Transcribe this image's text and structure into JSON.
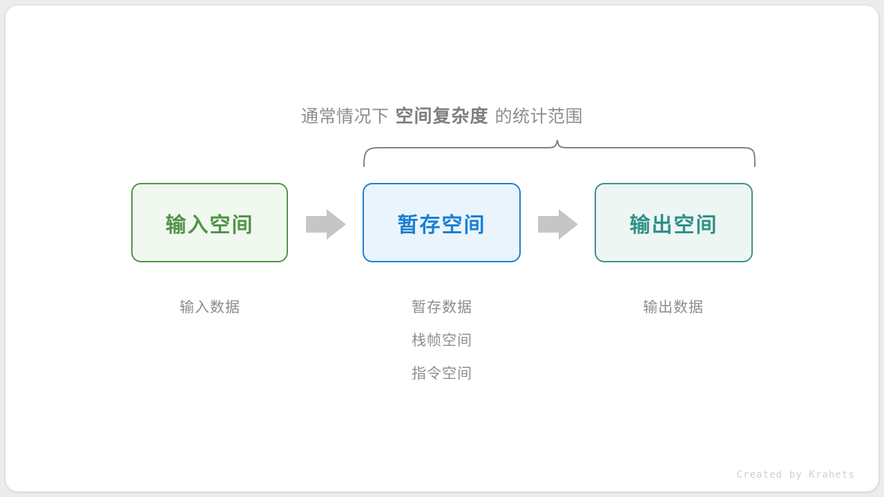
{
  "canvas": {
    "background_color": "#ececec",
    "card_color": "#ffffff"
  },
  "scope_title": {
    "prefix": "通常情况下",
    "emphasis": "空间复杂度",
    "suffix": "的统计范围",
    "color": "#8d8d8d"
  },
  "brace": {
    "name": "scope-brace",
    "color": "#808080",
    "spans_boxes": [
      "暂存空间",
      "输出空间"
    ]
  },
  "boxes": [
    {
      "id": "input",
      "label": "输入空间",
      "border_color": "#4f9447",
      "fill_color": "#f1f8ef",
      "text_color": "#4f9447"
    },
    {
      "id": "temp",
      "label": "暂存空间",
      "border_color": "#1a7fd2",
      "fill_color": "#eaf4fd",
      "text_color": "#1b7fd1"
    },
    {
      "id": "output",
      "label": "输出空间",
      "border_color": "#3b8f87",
      "fill_color": "#eef6f4",
      "text_color": "#2e9187"
    }
  ],
  "arrows": [
    {
      "id": "arrow-1",
      "from": "输入空间",
      "to": "暂存空间",
      "color": "#c6c6c6"
    },
    {
      "id": "arrow-2",
      "from": "暂存空间",
      "to": "输出空间",
      "color": "#c6c6c6"
    }
  ],
  "captions": {
    "input": [
      "输入数据"
    ],
    "temp": [
      "暂存数据",
      "栈帧空间",
      "指令空间"
    ],
    "output": [
      "输出数据"
    ],
    "color": "#8d8d8d"
  },
  "footer": {
    "credit": "Created by Krahets",
    "color": "#cfcfcf"
  }
}
